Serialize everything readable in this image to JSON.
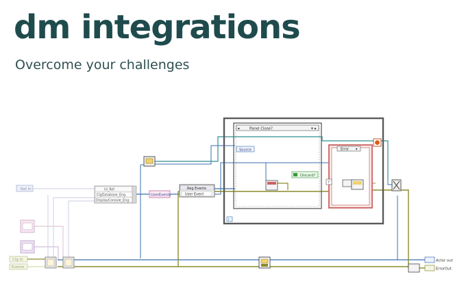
{
  "header": {
    "title": "dm integrations",
    "subtitle": "Overcome your challenges"
  },
  "diagram": {
    "left_controls": {
      "top": "Ref In",
      "clg": "Clg In",
      "events": "Events"
    },
    "cluster_fields": [
      "UI_Ref",
      "ClgDatabase_Eng",
      "DisplayConsole_Eng"
    ],
    "user_events_label": "UserEvents",
    "reg_events_label": "Reg Events",
    "user_event_label": "User Event",
    "case_selector": "Panel Close?",
    "source_label": "Source",
    "discard_label": "Discard?",
    "error_case_label": "Error",
    "outputs": {
      "actor_out": "Actor out",
      "error_out": "ErrorOut"
    },
    "iteration_label": "i",
    "colors": {
      "wire_blue": "#3a6fb0",
      "wire_olive": "#8b8b2a",
      "wire_teal": "#2f8f8f",
      "wire_pink": "#c06a9a",
      "frame_gray": "#5a5a5a",
      "case_red": "#d07070"
    }
  }
}
